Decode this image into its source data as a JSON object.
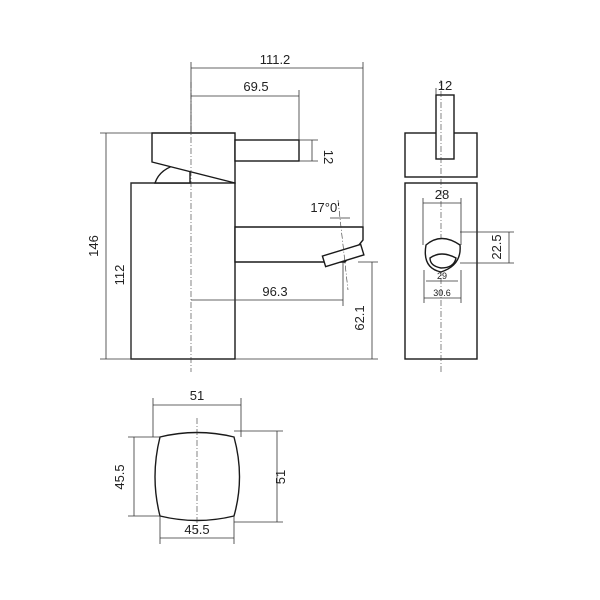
{
  "dimensions": {
    "side_view": {
      "overall_reach": "111.2",
      "handle_reach": "69.5",
      "handle_thickness": "12",
      "overall_height": "146",
      "body_height": "112",
      "spout_reach": "96.3",
      "spout_height": "62.1",
      "spout_angle": "17°0'"
    },
    "front_view": {
      "handle_width": "12",
      "spout_width": "28",
      "outlet_height": "22.5",
      "outlet_inner": "29",
      "outlet_outer": "30.6"
    },
    "plan_view": {
      "width_top": "51",
      "width_right": "51",
      "inner_left": "45.5",
      "inner_bottom": "45.5"
    }
  },
  "colors": {
    "line": "#1a1a1a",
    "background": "#ffffff"
  }
}
